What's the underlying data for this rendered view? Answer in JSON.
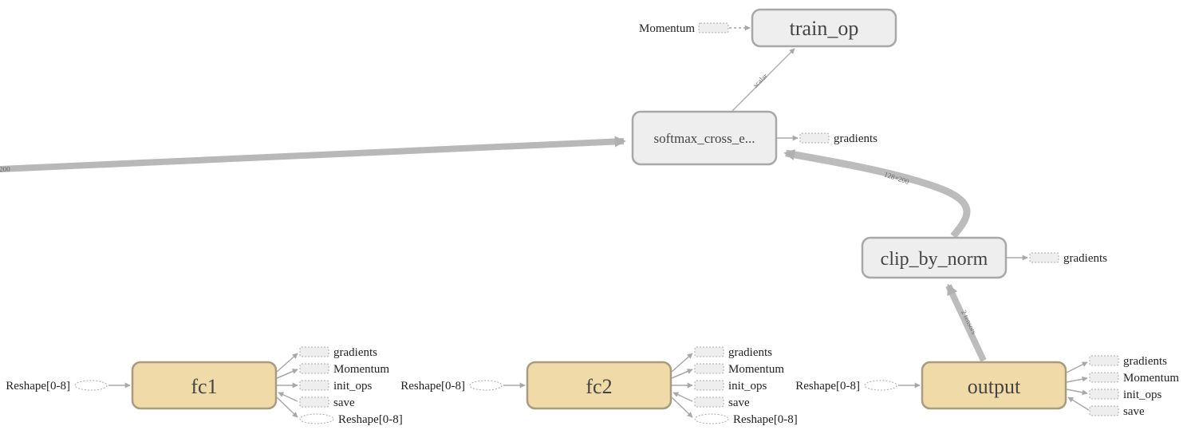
{
  "graph": {
    "nodes": {
      "train_op": {
        "label": "train_op",
        "kind": "op"
      },
      "softmax": {
        "label": "softmax_cross_e...",
        "kind": "op"
      },
      "clip": {
        "label": "clip_by_norm",
        "kind": "op"
      },
      "fc1": {
        "label": "fc1",
        "kind": "layer"
      },
      "fc2": {
        "label": "fc2",
        "kind": "layer"
      },
      "output": {
        "label": "output",
        "kind": "layer"
      }
    },
    "aux": {
      "train_momentum": "Momentum",
      "softmax_gradients": "gradients",
      "clip_gradients": "gradients",
      "fc1_in": "Reshape[0-8]",
      "fc1_out": [
        "gradients",
        "Momentum",
        "init_ops",
        "save",
        "Reshape[0-8]"
      ],
      "fc2_in": "Reshape[0-8]",
      "fc2_out": [
        "gradients",
        "Momentum",
        "init_ops",
        "save",
        "Reshape[0-8]"
      ],
      "output_in": "Reshape[0-8]",
      "output_out": [
        "gradients",
        "Momentum",
        "init_ops",
        "save"
      ]
    },
    "edge_labels": {
      "scalar": "scalar",
      "left_in": "200",
      "clip_to_softmax": "128×200",
      "output_to_clip": "2 tensors"
    }
  },
  "colors": {
    "op_fill": "#eeeeee",
    "op_stroke": "#a8a8a8",
    "layer_fill": "#f0dba8",
    "layer_stroke": "#a99b7e",
    "edge": "#b0b0b0",
    "text": "#444444"
  }
}
